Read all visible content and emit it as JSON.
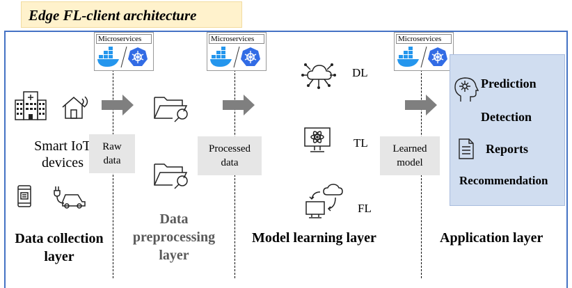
{
  "title": "Edge FL-client architecture",
  "microservices_label": "Microservices",
  "devices_label_line1": "Smart IoT",
  "devices_label_line2": "devices",
  "raw_data_line1": "Raw",
  "raw_data_line2": "data",
  "processed_data_line1": "Processed",
  "processed_data_line2": "data",
  "learned_model_line1": "Learned",
  "learned_model_line2": "model",
  "learning_types": {
    "dl": "DL",
    "tl": "TL",
    "fl": "FL"
  },
  "applications": {
    "prediction": "Prediction",
    "detection": "Detection",
    "reports": "Reports",
    "recommendation": "Recommendation"
  },
  "layers": {
    "collection_line1": "Data collection",
    "collection_line2": "layer",
    "preprocessing_line1": "Data",
    "preprocessing_line2": "preprocessing",
    "preprocessing_line3": "layer",
    "learning": "Model learning layer",
    "application": "Application layer"
  },
  "colors": {
    "frame": "#4472c4",
    "title_bg": "#fff2cc",
    "app_bg": "#d0ddf0",
    "box_gray": "#e6e6e6",
    "arrow": "#7f7f7f",
    "docker": "#2496ed",
    "kubernetes": "#326ce5"
  }
}
